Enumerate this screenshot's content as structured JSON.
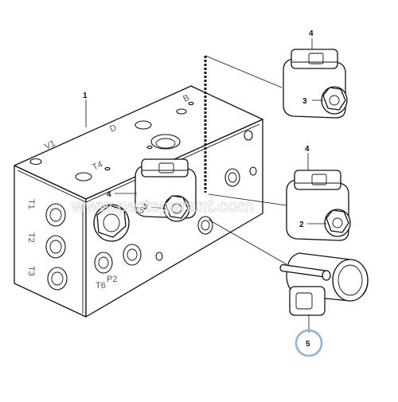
{
  "callouts": {
    "c1": "1",
    "c2": "2",
    "c3_top": "3",
    "c3_left": "3",
    "c4_top": "4",
    "c4_mid": "4",
    "c4_left": "4",
    "c5": "5"
  },
  "port_labels": {
    "v1": "V1",
    "b": "B",
    "d": "D",
    "t4": "T4",
    "t1": "T1",
    "t2": "T2",
    "t3": "T3",
    "t5": "T5",
    "t6": "T6",
    "p2": "P2"
  },
  "watermark": "www.partsgarant.com",
  "colors": {
    "line": "#111111",
    "highlight_circle": "#8ab4d8"
  }
}
